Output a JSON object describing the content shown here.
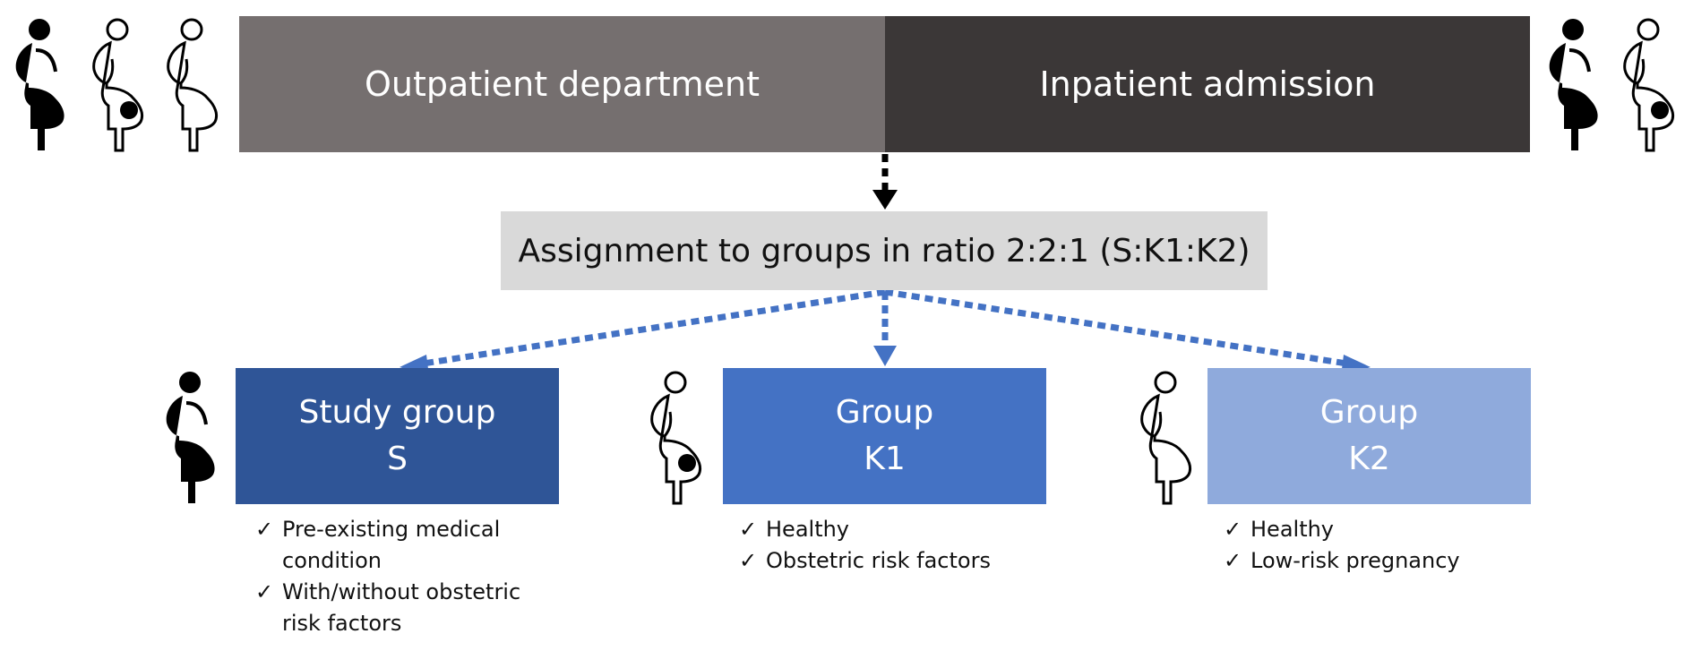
{
  "bands": {
    "outpatient": "Outpatient department",
    "inpatient": "Inpatient admission"
  },
  "assignment": "Assignment to groups in ratio 2:2:1 (S:K1:K2)",
  "groups": [
    {
      "title_line1": "Study group",
      "title_line2": "S",
      "criteria": [
        "Pre-existing medical condition",
        "With/without obstetric risk factors"
      ]
    },
    {
      "title_line1": "Group",
      "title_line2": "K1",
      "criteria": [
        "Healthy",
        "Obstetric risk factors"
      ]
    },
    {
      "title_line1": "Group",
      "title_line2": "K2",
      "criteria": [
        "Healthy",
        "Low-risk pregnancy"
      ]
    }
  ],
  "check_glyph": "✓",
  "icons": {
    "filled": "pregnant-woman-filled-icon",
    "outline_dot": "pregnant-woman-outline-with-dot-icon",
    "outline": "pregnant-woman-outline-icon"
  },
  "colors": {
    "outpatient": "#756f6f",
    "inpatient": "#3b3737",
    "assignment_box": "#d9d9d9",
    "group_s": "#2f5597",
    "group_k1": "#4472c4",
    "group_k2": "#8faadc",
    "arrow_blue": "#4472c4",
    "arrow_black": "#000000"
  }
}
